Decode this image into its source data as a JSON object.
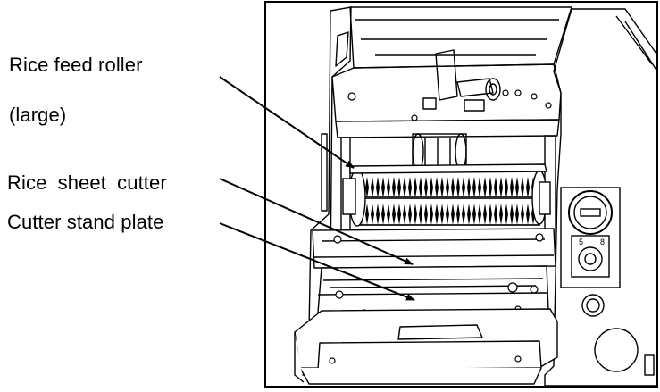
{
  "labels": {
    "feed_roller_line1": "Rice feed roller",
    "feed_roller_line2": "(large)",
    "sheet_cutter": "Rice sheet cutter",
    "stand_plate": "Cutter stand plate"
  },
  "dial": {
    "left_mark": "5",
    "right_mark": "8"
  }
}
